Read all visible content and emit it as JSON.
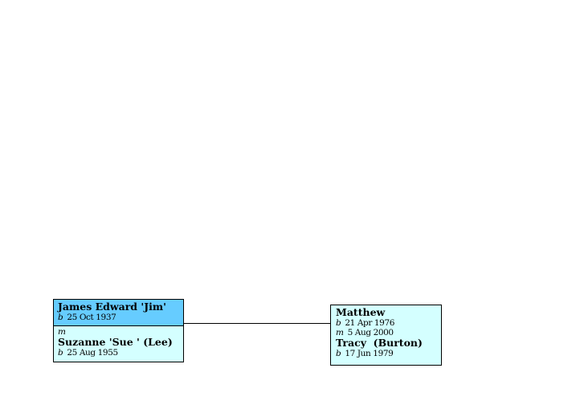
{
  "colors": {
    "person_head_bg": "#66ccff",
    "box_bg": "#d4ffff",
    "line": "#000000"
  },
  "family": {
    "person": {
      "name": "James Edward 'Jim'",
      "birth_label": "b",
      "birth": "25 Oct 1937"
    },
    "marriage_label": "m",
    "spouse": {
      "name": "Suzanne 'Sue ' (Lee)",
      "birth_label": "b",
      "birth": "25 Aug 1955"
    }
  },
  "child": {
    "name": "Matthew",
    "birth_label": "b",
    "birth": "21 Apr 1976",
    "marriage_label": "m",
    "marriage": "5 Aug 2000",
    "spouse_name": "Tracy  (Burton)",
    "spouse_birth_label": "b",
    "spouse_birth": "17 Jun 1979"
  }
}
